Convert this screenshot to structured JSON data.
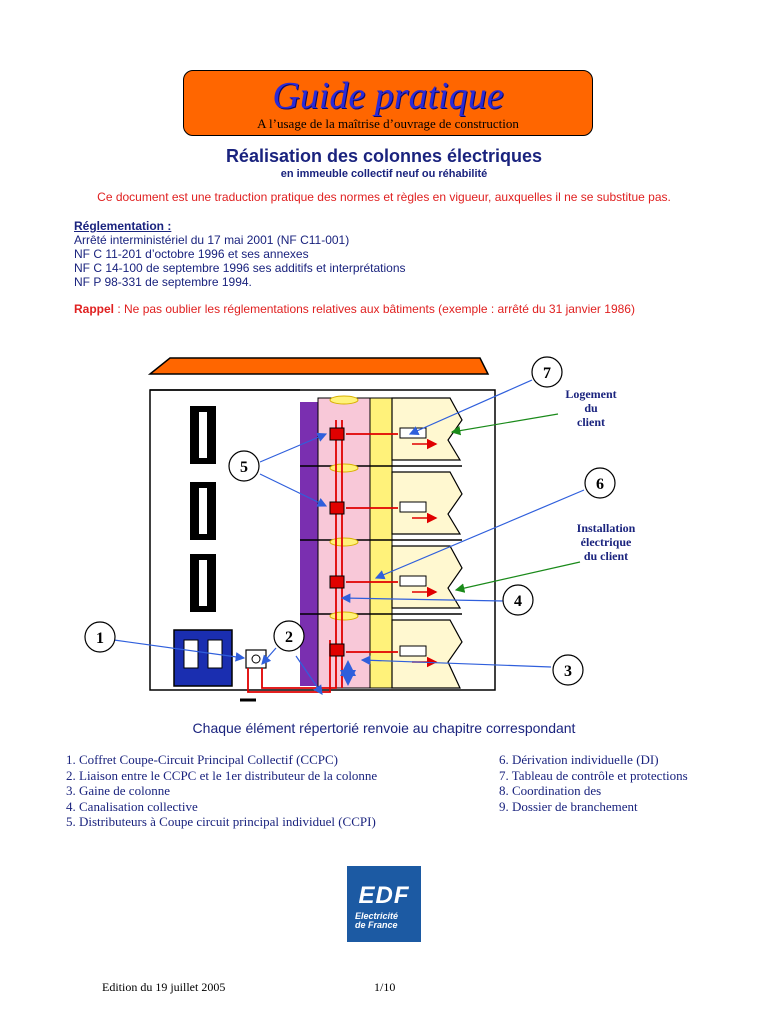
{
  "header": {
    "title": "Guide pratique",
    "subtitle": "A l’usage de la maîtrise d’ouvrage de construction"
  },
  "heading": "Réalisation des colonnes électriques",
  "subheading": "en immeuble collectif neuf ou réhabilité",
  "disclaimer": "Ce document est une traduction pratique des normes et règles en vigueur, auxquelles il ne se substitue pas.",
  "reglementation": {
    "title": "Réglementation :",
    "lines": [
      "Arrêté interministériel du 17 mai 2001 (NF C11-001)",
      "NF C 11-201 d’octobre 1996 et ses annexes",
      "NF C 14-100 de septembre 1996 ses additifs et interprétations",
      "NF P 98-331 de septembre 1994."
    ]
  },
  "rappel": {
    "label": "Rappel",
    "text": " : Ne pas oublier les réglementations relatives aux  bâtiments (exemple : arrêté du 31 janvier 1986)"
  },
  "diagram": {
    "numbers": [
      "1",
      "2",
      "3",
      "4",
      "5",
      "6",
      "7"
    ],
    "labels": {
      "logement": [
        "Logement",
        "du",
        "client"
      ],
      "installation": [
        "Installation",
        "électrique",
        "du client"
      ]
    }
  },
  "chapter_note": "Chaque élément répertorié renvoie au chapitre correspondant",
  "list_left": [
    "1. Coffret Coupe-Circuit Principal Collectif (CCPC)",
    "2. Liaison entre le CCPC et le 1er distributeur de la colonne",
    "3. Gaine de colonne",
    "4. Canalisation collective",
    "5. Distributeurs à Coupe circuit principal  individuel (CCPI)"
  ],
  "list_right": [
    "6. Dérivation individuelle (DI)",
    "7. Tableau de contrôle et protections",
    "8. Coordination des",
    "9. Dossier de branchement"
  ],
  "logo": {
    "main": "EDF",
    "sub_line1": "Electricité",
    "sub_line2": "de France"
  },
  "footer": {
    "edition": "Edition  du 19 juillet 2005",
    "page": "1/10"
  },
  "colors": {
    "title_box": "#ff6600",
    "title_text": "#2a2ad8",
    "navy": "#1a237e",
    "red": "#e02020",
    "roof": "#ff6600",
    "edf_blue": "#1c5aa3"
  }
}
